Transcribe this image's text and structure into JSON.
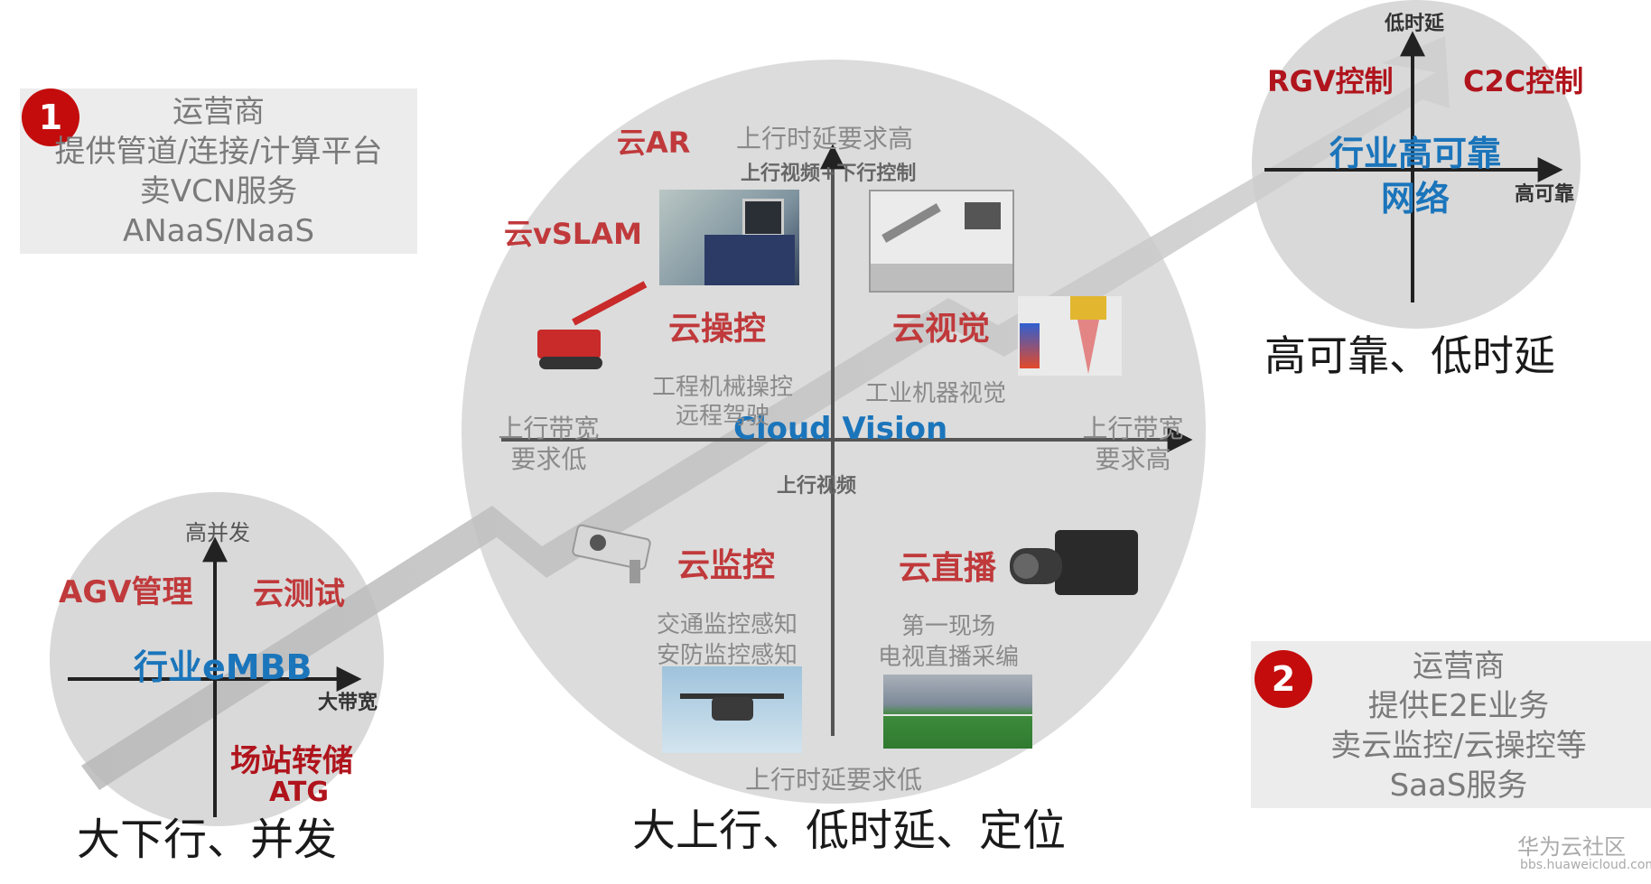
{
  "operator_box_1": {
    "badge": "1",
    "lines": [
      "运营商",
      "提供管道/连接/计算平台",
      "卖VCN服务",
      "ANaaS/NaaS"
    ]
  },
  "operator_box_2": {
    "badge": "2",
    "lines": [
      "运营商",
      "提供E2E业务",
      "卖云监控/云操控等",
      "SaaS服务"
    ]
  },
  "small_circle_left": {
    "axis_y_label": "高并发",
    "axis_x_label": "大带宽",
    "items": [
      "AGV管理",
      "云测试",
      "场站转储",
      "ATG"
    ],
    "center_label": "行业eMBB",
    "caption": "大下行、并发"
  },
  "big_circle": {
    "top_label": "上行时延要求高",
    "top_sub": "上行视频+下行控制",
    "bottom_label": "上行时延要求低",
    "left_label": [
      "上行带宽",
      "要求低"
    ],
    "right_label": [
      "上行带宽",
      "要求高"
    ],
    "center_label": "Cloud Vision",
    "below_center": "上行视频",
    "apps": {
      "cloud_ar": "云AR",
      "cloud_vslam": "云vSLAM",
      "cloud_control": "云操控",
      "cloud_vision": "云视觉",
      "cloud_monitor": "云监控",
      "cloud_live": "云直播"
    },
    "descriptions": {
      "control": [
        "工程机械操控",
        "远程驾驶"
      ],
      "vision": "工业机器视觉",
      "monitor": [
        "交通监控感知",
        "安防监控感知"
      ],
      "live": [
        "第一现场",
        "电视直播采编"
      ]
    },
    "caption": "大上行、低时延、定位"
  },
  "small_circle_right": {
    "axis_y_label": "低时延",
    "axis_x_label": "高可靠",
    "items": [
      "RGV控制",
      "C2C控制"
    ],
    "center_label": [
      "行业高可靠",
      "网络"
    ],
    "caption": "高可靠、低时延"
  },
  "watermark": {
    "brand": "华为云社区",
    "url": "bbs.huaweicloud.com"
  },
  "colors": {
    "red": "#c0393b",
    "dark_red": "#b0141c",
    "blue": "#1b75bb",
    "gray_text": "#8a8a8a",
    "circle": "#d9d9d9",
    "box": "#ececec",
    "badge": "#c40c0c"
  }
}
